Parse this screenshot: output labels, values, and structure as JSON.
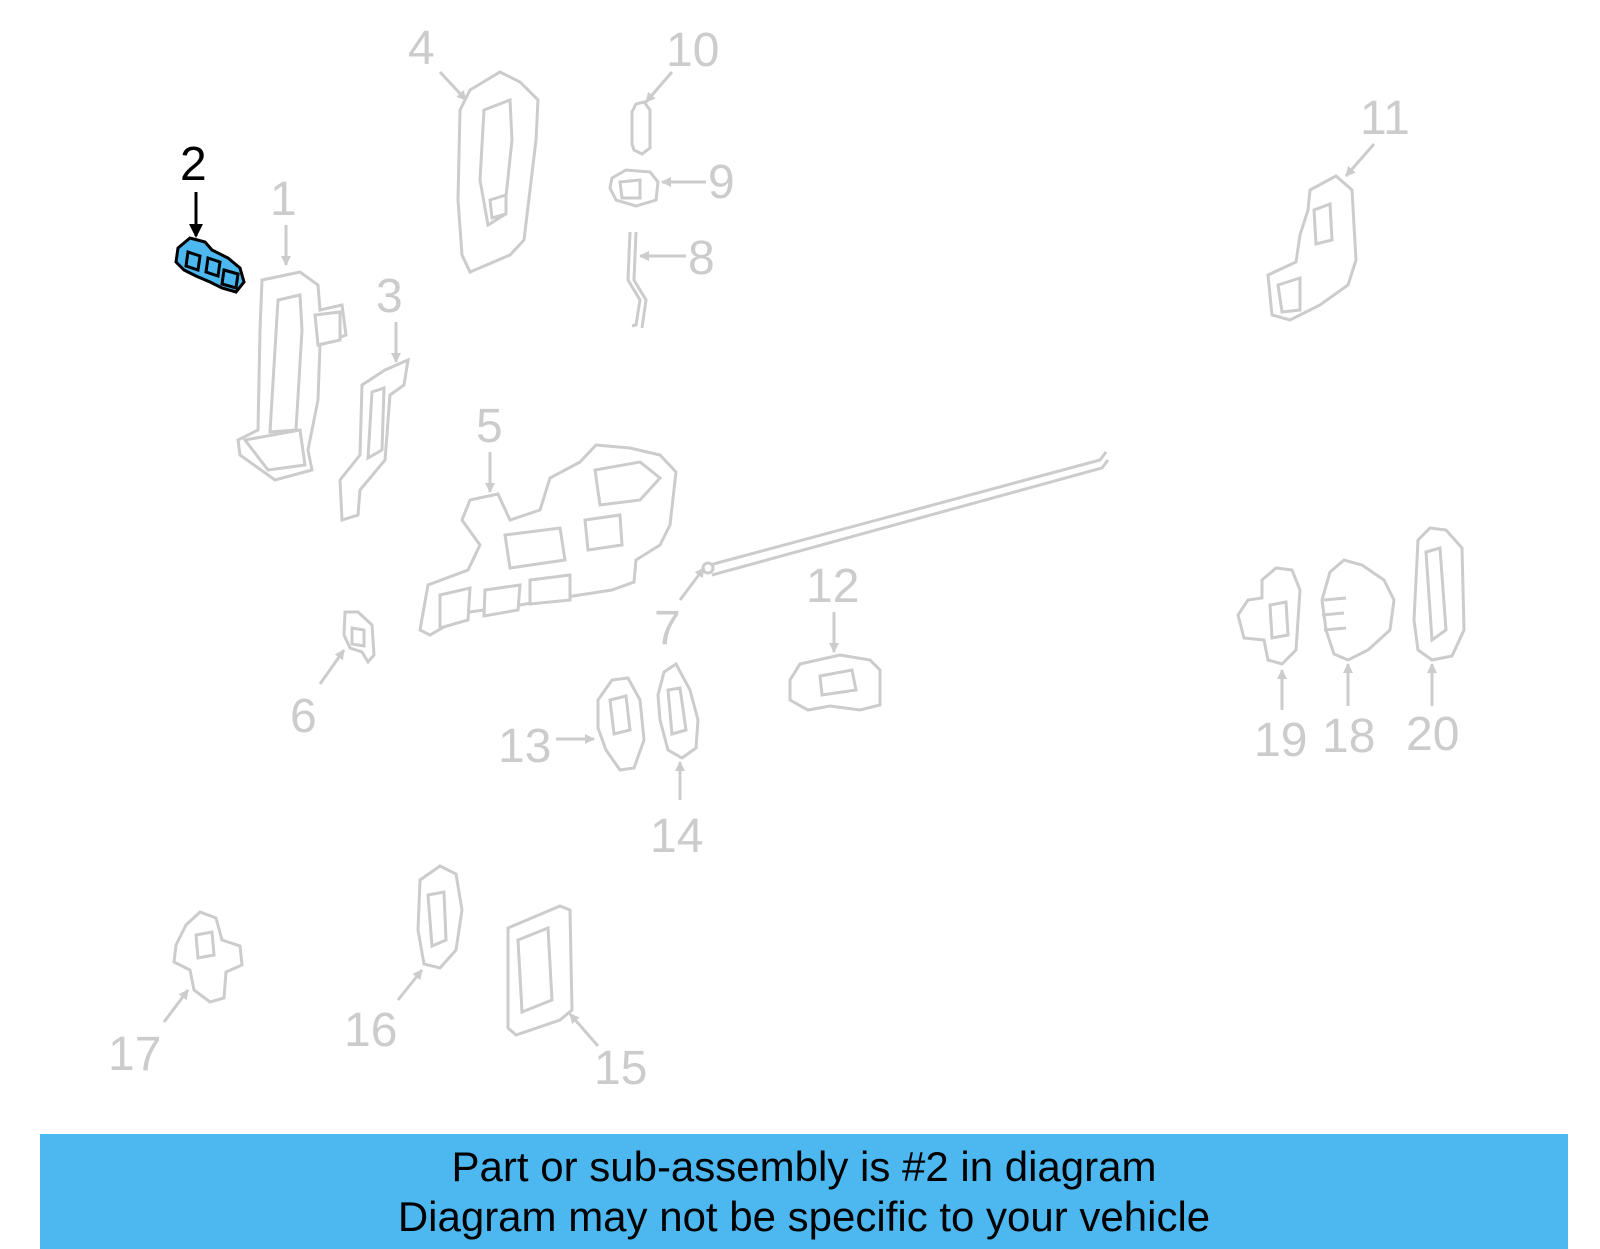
{
  "colors": {
    "faded": "#cccccc",
    "highlight_fill": "#4db8f0",
    "banner_bg": "#4db8f0",
    "text_dark": "#000000"
  },
  "diagram": {
    "callouts": {
      "c1": "1",
      "c2": "2",
      "c3": "3",
      "c4": "4",
      "c5": "5",
      "c6": "6",
      "c7": "7",
      "c8": "8",
      "c9": "9",
      "c10": "10",
      "c11": "11",
      "c12": "12",
      "c13": "13",
      "c14": "14",
      "c15": "15",
      "c16": "16",
      "c17": "17",
      "c18": "18",
      "c19": "19",
      "c20": "20"
    },
    "highlighted_part": "2"
  },
  "banner": {
    "line1": "Part or sub-assembly is #2 in diagram",
    "line2": "Diagram may not be specific to your vehicle"
  }
}
